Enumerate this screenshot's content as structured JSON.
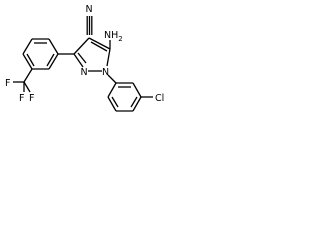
{
  "molecule": {
    "labels": {
      "nitrile_n": "N",
      "amine": "NH",
      "amine_sub": "2",
      "ring_n1": "N",
      "ring_n2": "N",
      "cf3_f1": "F",
      "cf3_f2": "F",
      "cf3_f3": "F",
      "cl": "Cl"
    },
    "colors": {
      "bond": "#000000",
      "text": "#000000",
      "background": "#ffffff"
    }
  }
}
